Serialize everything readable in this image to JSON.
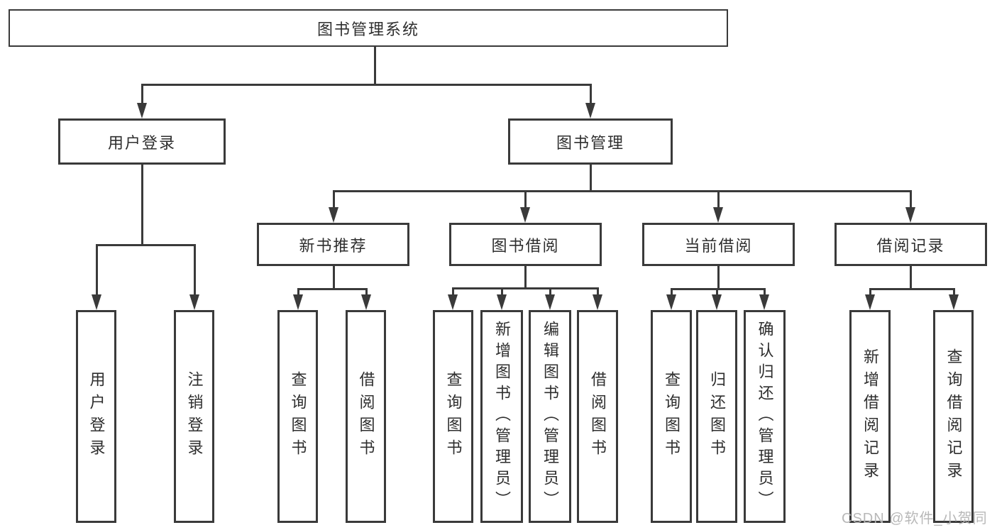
{
  "colors": {
    "line": "#3a3a3a",
    "text": "#2e2e2e",
    "background": "#ffffff",
    "watermark": "#b5b5b5"
  },
  "tree": {
    "root": {
      "label": "图书管理系统"
    },
    "level2": [
      {
        "label": "用户登录"
      },
      {
        "label": "图书管理"
      }
    ],
    "login_children": [
      {
        "label": "用户登录"
      },
      {
        "label": "注销登录"
      }
    ],
    "management_children": [
      {
        "label": "新书推荐"
      },
      {
        "label": "图书借阅"
      },
      {
        "label": "当前借阅"
      },
      {
        "label": "借阅记录"
      }
    ],
    "new_book_children": [
      {
        "label": "查询图书"
      },
      {
        "label": "借阅图书"
      }
    ],
    "book_borrow_children": [
      {
        "label": "查询图书"
      },
      {
        "label": "新增图书（管理员）"
      },
      {
        "label": "编辑图书（管理员）"
      },
      {
        "label": "借阅图书"
      }
    ],
    "current_borrow_children": [
      {
        "label": "查询图书"
      },
      {
        "label": "归还图书"
      },
      {
        "label": "确认归还（管理员）"
      }
    ],
    "records_children": [
      {
        "label": "新增借阅记录"
      },
      {
        "label": "查询借阅记录"
      }
    ]
  },
  "watermark": {
    "text": "CSDN @软件_小贺同学"
  }
}
